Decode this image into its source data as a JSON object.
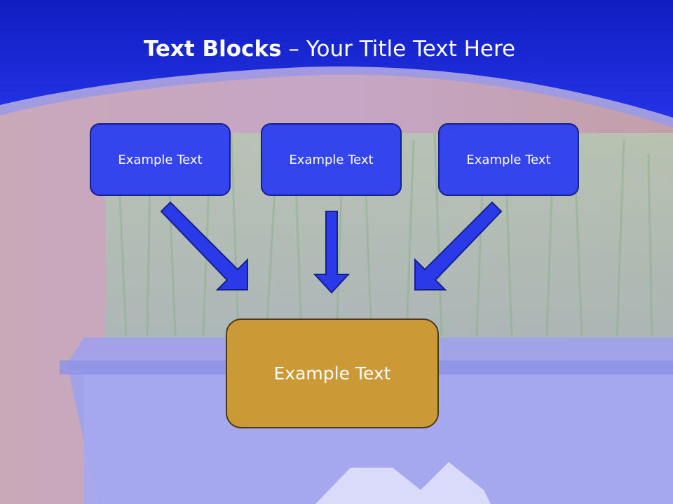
{
  "slide": {
    "title_bold": "Text Blocks",
    "title_dash": " – ",
    "title_rest": "Your Title Text Here"
  },
  "blocks": [
    {
      "label": "Example Text"
    },
    {
      "label": "Example Text"
    },
    {
      "label": "Example Text"
    }
  ],
  "result_block": {
    "label": "Example Text"
  },
  "colors": {
    "header_blue": "#1a2bd6",
    "block_blue": "#3545ee",
    "arrow_blue": "#2a3ae8",
    "result_gold": "#cb9935"
  }
}
